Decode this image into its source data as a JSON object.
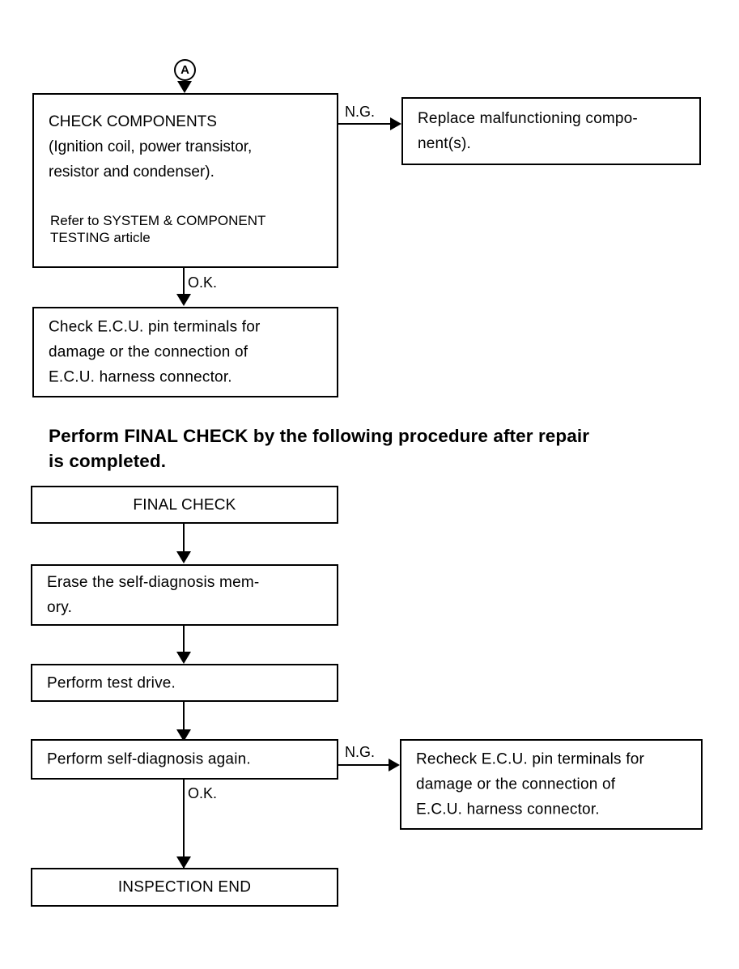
{
  "document": {
    "type": "troubleshooting-flowchart",
    "title": "Ignition System Diagnostic Flowchart"
  },
  "connectors": {
    "entry_label": "A"
  },
  "section_upper": {
    "nodes": {
      "check_components": {
        "primary": "CHECK COMPONENTS\n(Ignition coil, power transistor,\nresistor and condenser).",
        "secondary": "Refer to SYSTEM & COMPONENT\nTESTING article"
      },
      "replace_component": {
        "text": "Replace malfunctioning compo-\nnent(s)."
      },
      "check_ecu_pins": {
        "text": "Check E.C.U. pin terminals for\ndamage or the connection of\nE.C.U. harness connector."
      }
    },
    "edges": {
      "check_components_ng": "N.G.",
      "check_components_ok": "O.K."
    }
  },
  "heading": {
    "text": "Perform FINAL CHECK by the following procedure after repair\nis completed."
  },
  "section_final": {
    "nodes": {
      "final_check": {
        "text": "FINAL CHECK"
      },
      "erase_memory": {
        "text": "Erase the self-diagnosis mem-\nory."
      },
      "test_drive": {
        "text": "Perform test drive."
      },
      "self_diagnosis_again": {
        "text": "Perform self-diagnosis again."
      },
      "recheck_ecu_pins": {
        "text": "Recheck E.C.U. pin terminals for\ndamage or the connection of\nE.C.U. harness connector."
      },
      "inspection_end": {
        "text": "INSPECTION END"
      }
    },
    "edges": {
      "self_diagnosis_ng": "N.G.",
      "self_diagnosis_ok": "O.K."
    }
  },
  "colors": {
    "stroke": "#000000",
    "background": "#ffffff",
    "text": "#000000"
  }
}
